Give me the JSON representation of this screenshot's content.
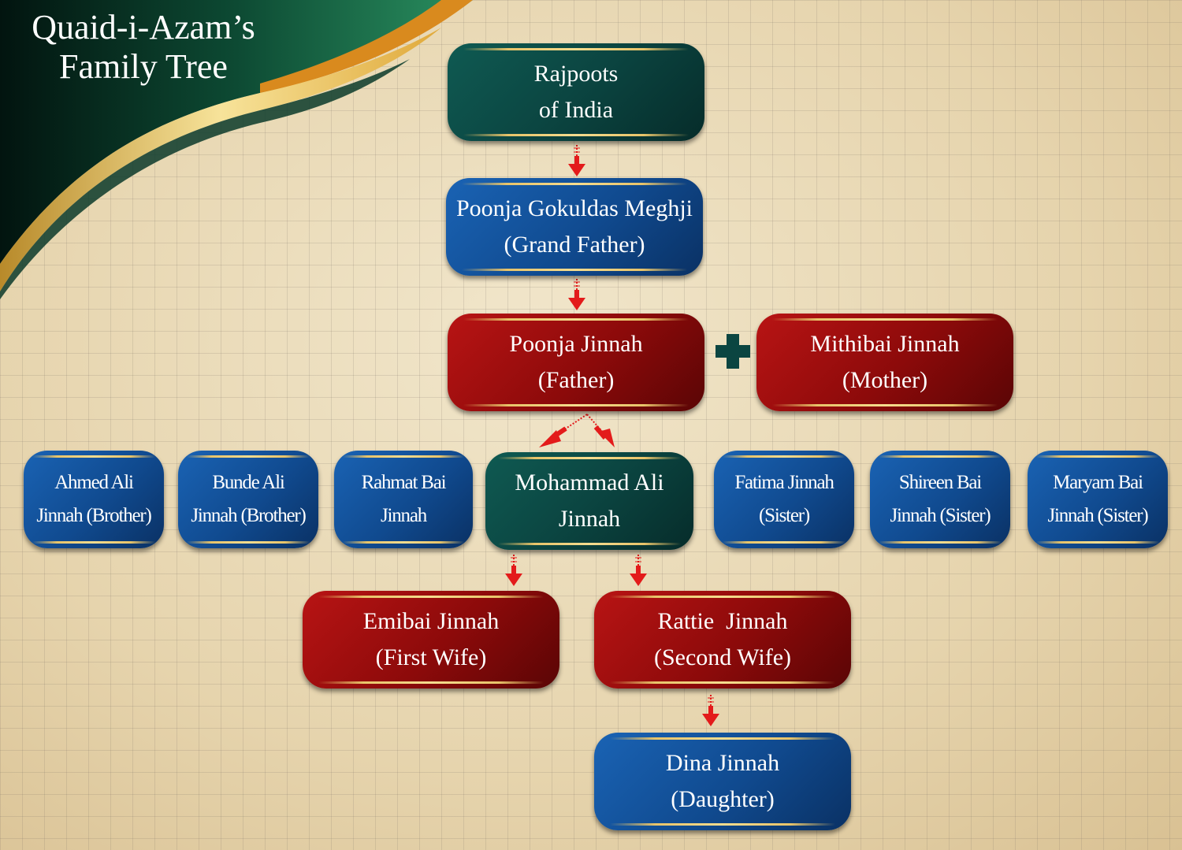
{
  "title": {
    "line1": "Quaid-i-Azam’s",
    "line2": "Family Tree"
  },
  "colors": {
    "green": "#0b4541",
    "blue": "#104a8f",
    "red": "#8c0a0a",
    "arrow": "#e31b1b",
    "gold": "#e8c46a",
    "plus": "#0b4541"
  },
  "nodes": {
    "rajpoots": {
      "line1": "Rajpoots",
      "line2": "of India"
    },
    "grandfather": {
      "line1": "Poonja Gokuldas Meghji",
      "line2": "(Grand Father)"
    },
    "father": {
      "line1": "Poonja Jinnah",
      "line2": "(Father)"
    },
    "mother": {
      "line1": "Mithibai Jinnah",
      "line2": "(Mother)"
    },
    "ahmed": {
      "line1": "Ahmed Ali",
      "line2": "Jinnah (Brother)"
    },
    "bunde": {
      "line1": "Bunde Ali",
      "line2": "Jinnah (Brother)"
    },
    "rahmat": {
      "line1": "Rahmat Bai",
      "line2": "Jinnah"
    },
    "mohammad": {
      "line1": "Mohammad Ali",
      "line2": "Jinnah"
    },
    "fatima": {
      "line1": "Fatima Jinnah",
      "line2": "(Sister)"
    },
    "shireen": {
      "line1": "Shireen Bai",
      "line2": "Jinnah (Sister)"
    },
    "maryam": {
      "line1": "Maryam Bai",
      "line2": "Jinnah (Sister)"
    },
    "emibai": {
      "line1": "Emibai Jinnah",
      "line2": "(First Wife)"
    },
    "rattie": {
      "line1": "Rattie  Jinnah",
      "line2": "(Second Wife)"
    },
    "dina": {
      "line1": "Dina Jinnah",
      "line2": "(Daughter)"
    }
  },
  "plus_icon": "plus-icon",
  "arrow_icon": "arrow-down-icon"
}
